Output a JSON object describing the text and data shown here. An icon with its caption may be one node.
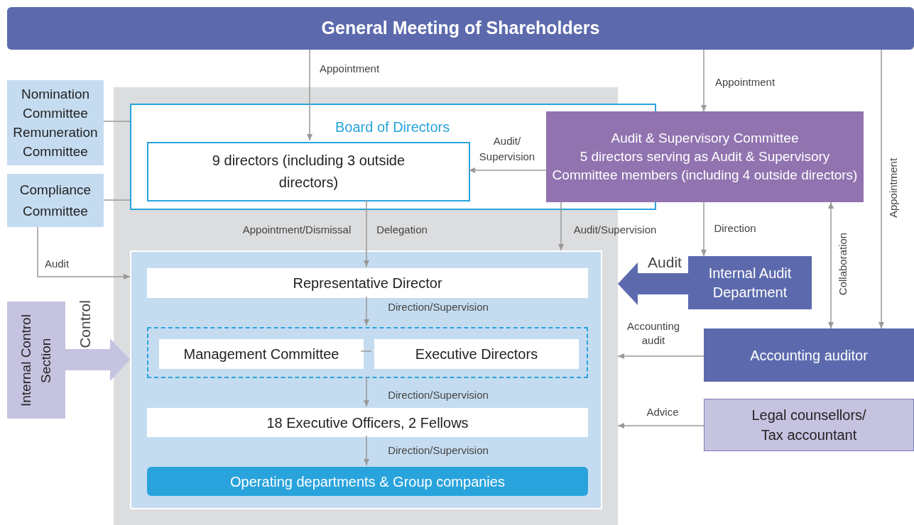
{
  "diagram": {
    "nodes": [
      {
        "text": [
          "General Meeting of Shareholders"
        ]
      },
      {
        "text": [
          "Nomination Committee Remuneration Committee"
        ]
      },
      {
        "text": [
          "Compliance Committee"
        ]
      },
      {
        "text": [],
        "shape": "box"
      },
      {
        "text": [
          "Board of Directors"
        ]
      },
      {
        "text": [
          "9 directors (including 3 outside directors)"
        ],
        "in": 4
      },
      {
        "text": [
          "Audit & Supervisory Committee",
          "5 directors serving as Audit & Supervisory Committee members (including 4 outside directors)"
        ]
      },
      {
        "text": [],
        "shape": "box",
        "in": 3
      },
      {
        "text": [
          "Representative Director"
        ],
        "in": 7
      },
      {
        "text": [],
        "shape": "box",
        "in": 7
      },
      {
        "text": [
          "Management Committee"
        ],
        "in": 9
      },
      {
        "text": [
          "Executive Directors"
        ],
        "in": 9
      },
      {
        "text": [
          "18 Executive Officers, 2 Fellows"
        ],
        "in": 7
      },
      {
        "text": [
          "Operating departments & Group companies"
        ],
        "in": 7
      },
      {
        "text": [
          "Internal Audit Department"
        ]
      },
      {
        "text": [
          "Accounting auditor"
        ]
      },
      {
        "text": [
          "Legal counsellors/ Tax accountant"
        ]
      },
      {
        "text": [
          "Internal Control Section"
        ]
      }
    ],
    "edges": [
      {
        "from": 0,
        "to": 5,
        "arrow": "to",
        "label": "Appointment"
      },
      {
        "from": 0,
        "to": 6,
        "arrow": "to",
        "label": "Appointment"
      },
      {
        "from": 0,
        "to": 15,
        "arrow": "to",
        "label": "Appointment"
      },
      {
        "from": 1,
        "to": 4,
        "arrow": "none"
      },
      {
        "from": 2,
        "to": 4,
        "arrow": "none"
      },
      {
        "from": 6,
        "to": 5,
        "arrow": "to",
        "label": "Audit/ Supervision"
      },
      {
        "from": 5,
        "to": 8,
        "arrow": "to",
        "label": "Appointment/Dismissal"
      },
      {
        "from": 6,
        "to": 7,
        "arrow": "to",
        "label": "Audit/Supervision"
      },
      {
        "from": 6,
        "to": 14,
        "arrow": "to",
        "label": "Direction"
      },
      {
        "from": 6,
        "to": 15,
        "arrow": "both",
        "label": "Collaboration"
      },
      {
        "from": 2,
        "to": 7,
        "arrow": "to",
        "label": "Audit"
      },
      {
        "from": 14,
        "to": 3,
        "arrow": "to",
        "label": "Audit",
        "style": "thick",
        "color": "#5c6aad"
      },
      {
        "from": 17,
        "to": 7,
        "arrow": "to",
        "label": "Control",
        "style": "thick",
        "color": "#c5c3e0"
      },
      {
        "from": 8,
        "to": 9,
        "arrow": "to",
        "label": "Direction/Supervision"
      },
      {
        "from": 10,
        "to": 11,
        "arrow": "none"
      },
      {
        "from": 9,
        "to": 12,
        "arrow": "to",
        "label": "Direction/Supervision"
      },
      {
        "from": 12,
        "to": 13,
        "arrow": "to",
        "label": "Direction/Supervision"
      },
      {
        "from": 15,
        "to": 3,
        "arrow": "to",
        "label": "Accounting audit"
      },
      {
        "from": 16,
        "to": 3,
        "arrow": "to",
        "label": "Advice"
      }
    ],
    "labels": [
      "Delegation"
    ]
  }
}
